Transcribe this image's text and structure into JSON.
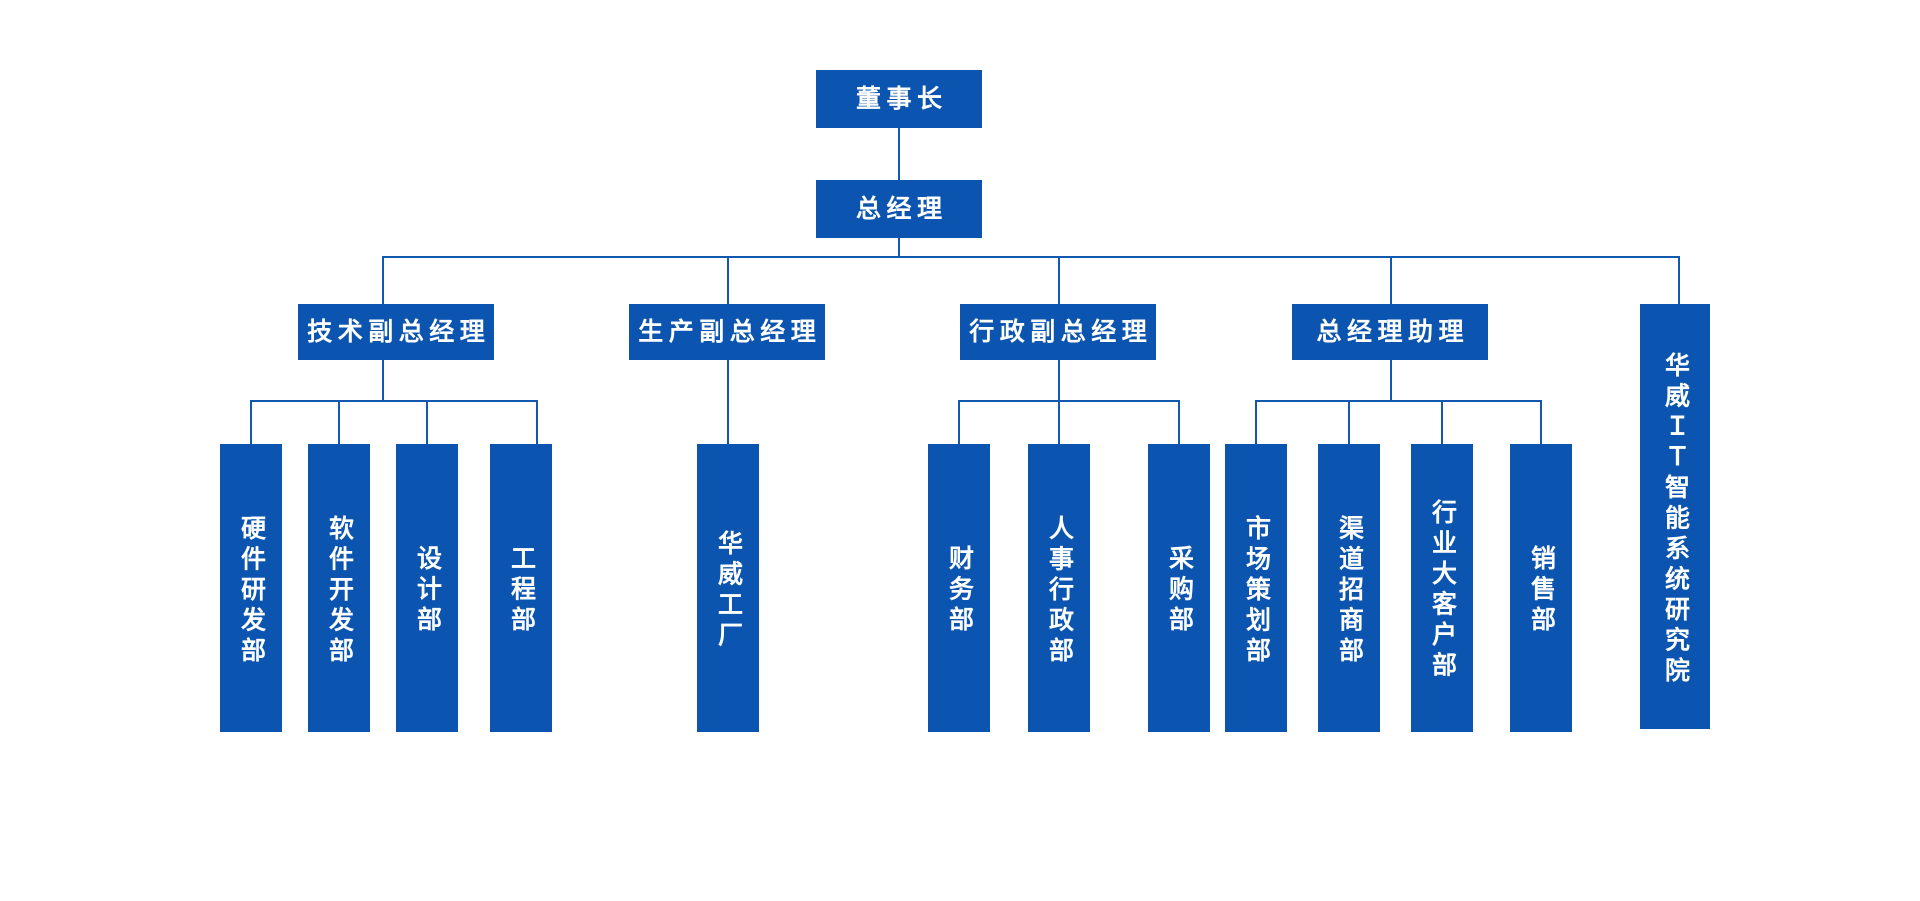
{
  "chart_title": "",
  "theme": {
    "box_fill": "#0B54B0",
    "line_color": "#1259AE",
    "text_color": "#FFFFFF",
    "background": "#FFFFFF"
  },
  "org": {
    "level1": {
      "label": "董事长"
    },
    "level2": {
      "label": "总经理"
    },
    "level3": [
      {
        "label": "技术副总经理"
      },
      {
        "label": "生产副总经理"
      },
      {
        "label": "行政副总经理"
      },
      {
        "label": "总经理助理"
      },
      {
        "label": "华威ＩＴ智能系统研究院"
      }
    ],
    "level4": {
      "tech": [
        {
          "label": "硬件研发部"
        },
        {
          "label": "软件开发部"
        },
        {
          "label": "设计部"
        },
        {
          "label": "工程部"
        }
      ],
      "production": [
        {
          "label": "华威工厂"
        }
      ],
      "admin": [
        {
          "label": "财务部"
        },
        {
          "label": "人事行政部"
        },
        {
          "label": "采购部"
        }
      ],
      "assistant": [
        {
          "label": "市场策划部"
        },
        {
          "label": "渠道招商部"
        },
        {
          "label": "行业大客户部"
        },
        {
          "label": "销售部"
        }
      ]
    }
  }
}
